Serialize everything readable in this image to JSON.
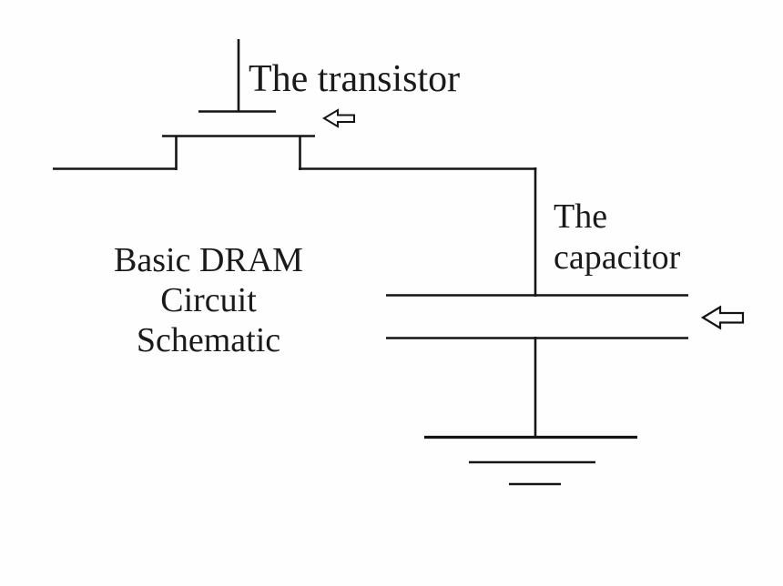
{
  "diagram": {
    "background_color": "#fefefe",
    "stroke_color": "#141414",
    "text_color": "#1a1a1a",
    "title": {
      "lines": [
        "Basic DRAM",
        "Circuit",
        "Schematic"
      ]
    },
    "transistor": {
      "label": "The transistor",
      "pointer_icon": "left-block-arrow"
    },
    "capacitor": {
      "label_lines": [
        "The",
        "capacitor"
      ],
      "pointer_icon": "left-block-arrow"
    }
  }
}
